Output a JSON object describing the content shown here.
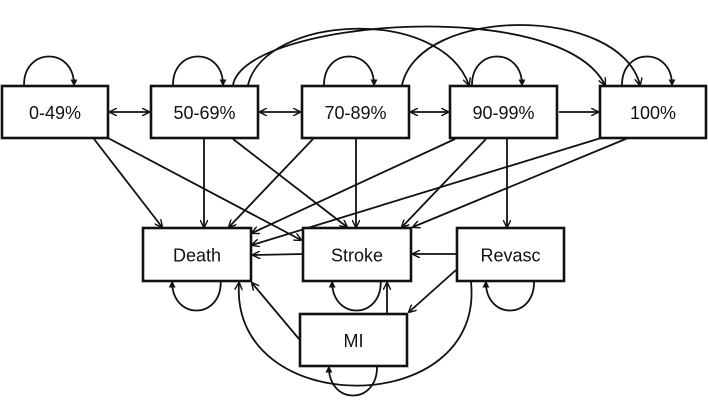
{
  "diagram": {
    "type": "state-transition",
    "nodes": [
      {
        "id": "s0_49",
        "label": "0-49%",
        "self_loop": true
      },
      {
        "id": "s50_69",
        "label": "50-69%",
        "self_loop": true
      },
      {
        "id": "s70_89",
        "label": "70-89%",
        "self_loop": true
      },
      {
        "id": "s90_99",
        "label": "90-99%",
        "self_loop": true
      },
      {
        "id": "s100",
        "label": "100%",
        "self_loop": true
      },
      {
        "id": "death",
        "label": "Death",
        "self_loop": true
      },
      {
        "id": "stroke",
        "label": "Stroke",
        "self_loop": true
      },
      {
        "id": "revasc",
        "label": "Revasc",
        "self_loop": true
      },
      {
        "id": "mi",
        "label": "MI",
        "self_loop": true
      }
    ],
    "edges": [
      {
        "from": "s0_49",
        "to": "s50_69",
        "bidirectional": true
      },
      {
        "from": "s50_69",
        "to": "s70_89",
        "bidirectional": true
      },
      {
        "from": "s70_89",
        "to": "s90_99",
        "bidirectional": true
      },
      {
        "from": "s90_99",
        "to": "s100",
        "bidirectional": false
      },
      {
        "from": "s50_69",
        "to": "s90_99",
        "bidirectional": false
      },
      {
        "from": "s50_69",
        "to": "s100",
        "bidirectional": false
      },
      {
        "from": "s70_89",
        "to": "s100",
        "bidirectional": false
      },
      {
        "from": "s0_49",
        "to": "death",
        "bidirectional": false
      },
      {
        "from": "s0_49",
        "to": "stroke",
        "bidirectional": false
      },
      {
        "from": "s50_69",
        "to": "death",
        "bidirectional": false
      },
      {
        "from": "s50_69",
        "to": "stroke",
        "bidirectional": false
      },
      {
        "from": "s70_89",
        "to": "death",
        "bidirectional": false
      },
      {
        "from": "s70_89",
        "to": "stroke",
        "bidirectional": false
      },
      {
        "from": "s90_99",
        "to": "death",
        "bidirectional": false
      },
      {
        "from": "s90_99",
        "to": "stroke",
        "bidirectional": false
      },
      {
        "from": "s90_99",
        "to": "revasc",
        "bidirectional": false
      },
      {
        "from": "s100",
        "to": "death",
        "bidirectional": false
      },
      {
        "from": "s100",
        "to": "stroke",
        "bidirectional": false
      },
      {
        "from": "stroke",
        "to": "death",
        "bidirectional": false
      },
      {
        "from": "revasc",
        "to": "stroke",
        "bidirectional": false
      },
      {
        "from": "revasc",
        "to": "mi",
        "bidirectional": false
      },
      {
        "from": "revasc",
        "to": "death",
        "bidirectional": false
      },
      {
        "from": "mi",
        "to": "death",
        "bidirectional": false
      },
      {
        "from": "mi",
        "to": "stroke",
        "bidirectional": false
      }
    ]
  }
}
